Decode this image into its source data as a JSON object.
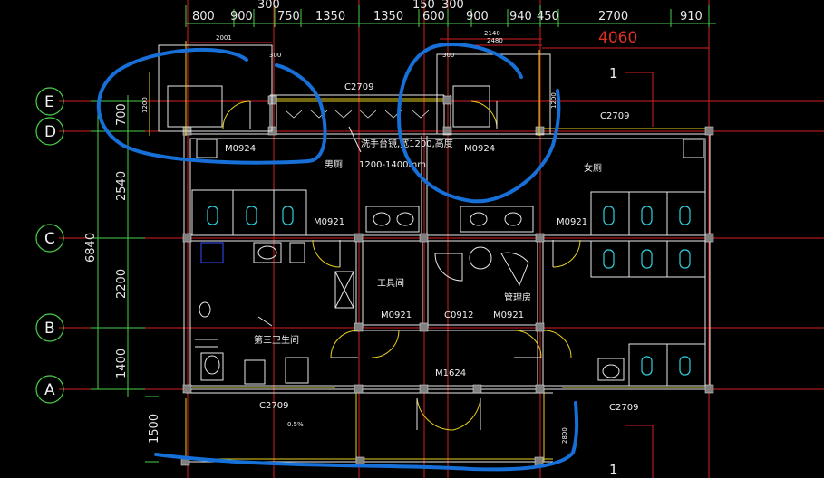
{
  "top_dims": [
    "800",
    "900",
    "750",
    "1350",
    "1350",
    "600",
    "900",
    "940",
    "450",
    "2700",
    "910"
  ],
  "top_dims_upper": [
    "300",
    "150",
    "300"
  ],
  "top_small_dims": [
    "2001",
    "2140",
    "2480"
  ],
  "overall_width": "4060",
  "left_dims": [
    "700",
    "2540",
    "2200",
    "1400"
  ],
  "left_total": "6840",
  "bottom_left_dim": "1500",
  "axes": [
    "E",
    "D",
    "C",
    "B",
    "A"
  ],
  "labels": {
    "window_top": "C2709",
    "window_right_top": "C2709",
    "door_left_top": "M0924",
    "door_mid_top": "M0924",
    "door_left_c": "M0921",
    "door_right_c": "M0921",
    "tool_room": "工具间",
    "door_tool": "M0921",
    "window_mid": "C0912",
    "mgmt_room": "管理房",
    "door_mgmt": "M0921",
    "main_door": "M1624",
    "window_bottom_left": "C2709",
    "window_bottom_right": "C2709",
    "men_toilet": "男厕",
    "women_toilet": "女厕",
    "third_toilet": "第三卫生间",
    "mirror_note": "洗手台镜,宽1200,高度",
    "mirror_range": "1200-1400mm",
    "slope_note": "0.5%",
    "ref_one_top": "1",
    "ref_one_bottom": "1",
    "small_300_a": "300",
    "small_300_b": "300",
    "small_1200_a": "1200",
    "small_1200_b": "1200",
    "small_2800": "2800"
  }
}
